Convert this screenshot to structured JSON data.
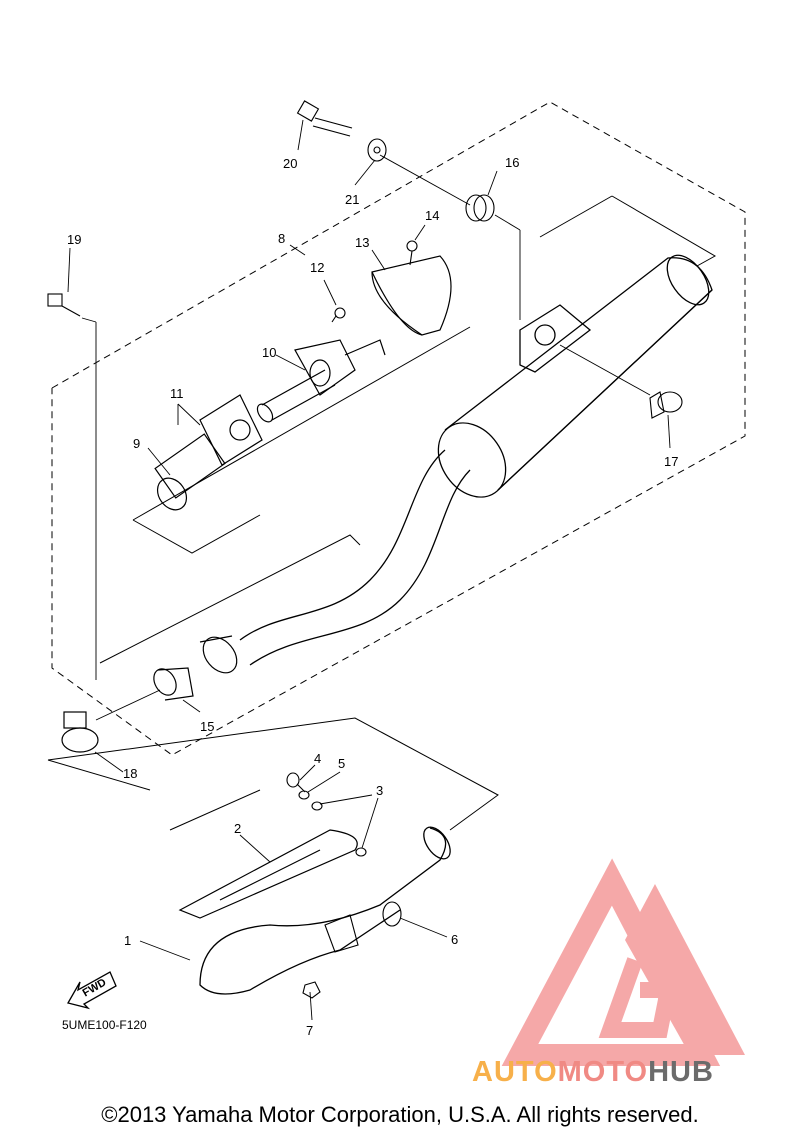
{
  "parts": [
    {
      "id": "1",
      "text": "1"
    },
    {
      "id": "2",
      "text": "2"
    },
    {
      "id": "3",
      "text": "3"
    },
    {
      "id": "4",
      "text": "4"
    },
    {
      "id": "5",
      "text": "5"
    },
    {
      "id": "6",
      "text": "6"
    },
    {
      "id": "7",
      "text": "7"
    },
    {
      "id": "8",
      "text": "8"
    },
    {
      "id": "9",
      "text": "9"
    },
    {
      "id": "10",
      "text": "10"
    },
    {
      "id": "11",
      "text": "11"
    },
    {
      "id": "12",
      "text": "12"
    },
    {
      "id": "13",
      "text": "13"
    },
    {
      "id": "14",
      "text": "14"
    },
    {
      "id": "15",
      "text": "15"
    },
    {
      "id": "16",
      "text": "16"
    },
    {
      "id": "17",
      "text": "17"
    },
    {
      "id": "18",
      "text": "18"
    },
    {
      "id": "19",
      "text": "19"
    },
    {
      "id": "20",
      "text": "20"
    },
    {
      "id": "21",
      "text": "21"
    }
  ],
  "diagram_code": "5UME100-F120",
  "fwd_label": "FWD",
  "copyright": "©2013 Yamaha Motor Corporation, U.S.A. All rights reserved.",
  "watermark": {
    "word1": "AUTO",
    "word2": "MOTO",
    "word3": "HUB",
    "colors": {
      "auto": "#f7b04a",
      "moto": "#f08a84",
      "hub": "#6b6b6b",
      "logo": "#f49a9a"
    }
  }
}
